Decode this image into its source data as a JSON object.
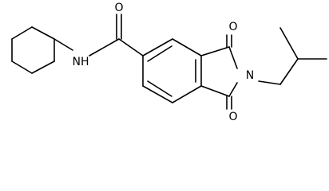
{
  "molecule": {
    "labels": {
      "amide_nh": "NH",
      "amide_o": "O",
      "imide_n": "N",
      "imide_o_top": "O",
      "imide_o_bottom": "O"
    }
  },
  "colors": {
    "bond": "#000000",
    "background": "#ffffff"
  }
}
